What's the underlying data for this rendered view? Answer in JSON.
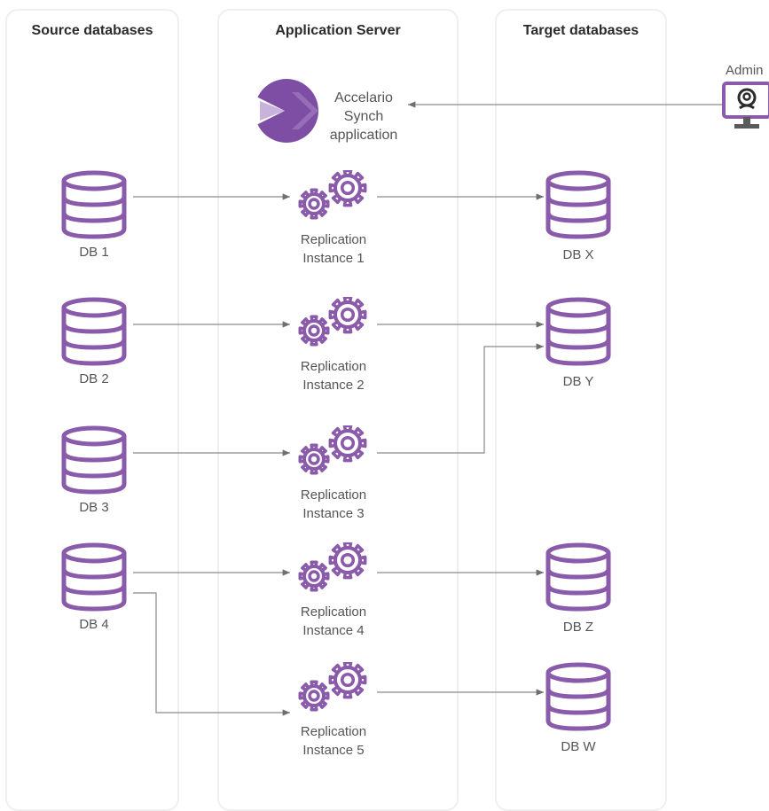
{
  "columns": {
    "source": "Source databases",
    "app": "Application Server",
    "target": "Target databases"
  },
  "admin": {
    "label": "Admin",
    "icon": "admin-monitor-icon"
  },
  "app_logo": {
    "line1": "Accelario",
    "line2": "Synch",
    "line3": "application"
  },
  "source_dbs": [
    "DB 1",
    "DB 2",
    "DB 3",
    "DB 4"
  ],
  "instances": [
    {
      "line1": "Replication",
      "line2": "Instance 1"
    },
    {
      "line1": "Replication",
      "line2": "Instance 2"
    },
    {
      "line1": "Replication",
      "line2": "Instance 3"
    },
    {
      "line1": "Replication",
      "line2": "Instance 4"
    },
    {
      "line1": "Replication",
      "line2": "Instance 5"
    }
  ],
  "target_dbs": [
    "DB X",
    "DB Y",
    "DB Z",
    "DB W"
  ],
  "colors": {
    "accent": "#8a5aab",
    "line": "#6f6f6f"
  }
}
